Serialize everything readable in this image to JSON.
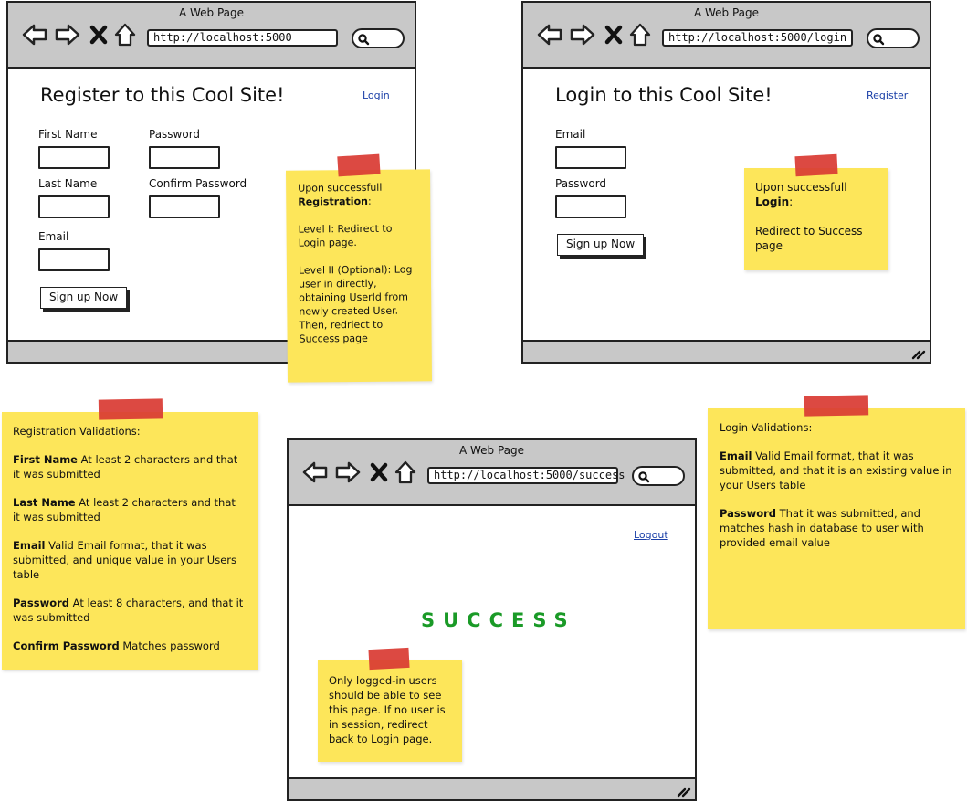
{
  "register_window": {
    "title": "A Web Page",
    "url": "http://localhost:5000",
    "heading": "Register to this Cool Site!",
    "login_link": "Login",
    "labels": {
      "first_name": "First Name",
      "last_name": "Last Name",
      "email": "Email",
      "password": "Password",
      "confirm_password": "Confirm Password"
    },
    "signup_button": "Sign up Now"
  },
  "register_note": {
    "line1": "Upon successfull",
    "line1_bold": "Registration",
    "line1_suffix": ":",
    "level1": "Level I: Redirect to Login page.",
    "level2": "Level II (Optional): Log user in directly, obtaining UserId from newly created User. Then, redriect to Success page"
  },
  "login_window": {
    "title": "A Web Page",
    "url": "http://localhost:5000/login",
    "heading": "Login to this Cool Site!",
    "register_link": "Register",
    "labels": {
      "email": "Email",
      "password": "Password"
    },
    "signup_button": "Sign up Now"
  },
  "login_note": {
    "line1": "Upon successfull",
    "line1_bold": "Login",
    "line1_suffix": ":",
    "line2": "Redirect to Success page"
  },
  "registration_validations": {
    "heading": "Registration Validations:",
    "items": [
      {
        "name": "First Name",
        "rule": "At least 2 characters and that it was submitted"
      },
      {
        "name": "Last Name",
        "rule": "At least 2 characters and that it was submitted"
      },
      {
        "name": "Email",
        "rule": "Valid Email format, that it was submitted, and unique value in your Users table"
      },
      {
        "name": "Password",
        "rule": "At least 8 characters, and that it was submitted"
      },
      {
        "name": "Confirm Password",
        "rule": "Matches password"
      }
    ]
  },
  "success_window": {
    "title": "A Web Page",
    "url": "http://localhost:5000/success",
    "logout_link": "Logout",
    "success_text": "SUCCESS"
  },
  "success_note": {
    "text": "Only logged-in users should be able to see this page.  If no user is in session, redirect back to Login page."
  },
  "login_validations": {
    "heading": "Login Validations:",
    "items": [
      {
        "name": "Email",
        "rule": "Valid Email format, that it was submitted, and that it is an existing value in your Users table"
      },
      {
        "name": "Password",
        "rule": "That it was submitted, and matches hash in database to user with provided email value"
      }
    ]
  },
  "colors": {
    "note_yellow": "#fde65a",
    "tape_red": "#d93b34",
    "chrome_gray": "#c8c8c8",
    "link_blue": "#1a3fa8",
    "success_green": "#1a9a27"
  },
  "icons": [
    "back-arrow-icon",
    "forward-arrow-icon",
    "close-x-icon",
    "home-icon",
    "search-icon",
    "resize-grip-icon"
  ]
}
